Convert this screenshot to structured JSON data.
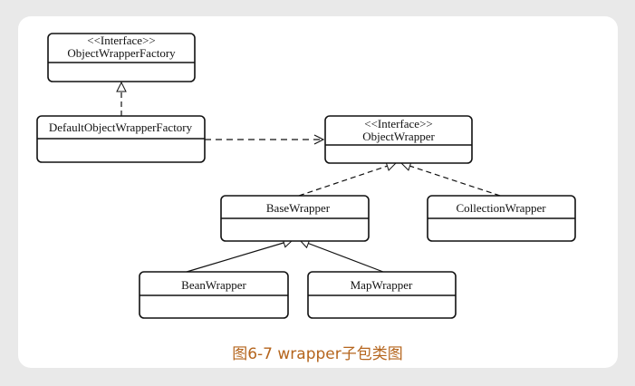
{
  "diagram": {
    "classes": {
      "object_wrapper_factory": {
        "stereotype": "<<Interface>>",
        "name": "ObjectWrapperFactory"
      },
      "default_object_wrapper_factory": {
        "name": "DefaultObjectWrapperFactory"
      },
      "object_wrapper": {
        "stereotype": "<<Interface>>",
        "name": "ObjectWrapper"
      },
      "base_wrapper": {
        "name": "BaseWrapper"
      },
      "collection_wrapper": {
        "name": "CollectionWrapper"
      },
      "bean_wrapper": {
        "name": "BeanWrapper"
      },
      "map_wrapper": {
        "name": "MapWrapper"
      }
    },
    "relations": [
      {
        "from": "DefaultObjectWrapperFactory",
        "to": "ObjectWrapperFactory",
        "type": "realization"
      },
      {
        "from": "DefaultObjectWrapperFactory",
        "to": "ObjectWrapper",
        "type": "dependency"
      },
      {
        "from": "BaseWrapper",
        "to": "ObjectWrapper",
        "type": "realization"
      },
      {
        "from": "CollectionWrapper",
        "to": "ObjectWrapper",
        "type": "realization"
      },
      {
        "from": "BeanWrapper",
        "to": "BaseWrapper",
        "type": "generalization"
      },
      {
        "from": "MapWrapper",
        "to": "BaseWrapper",
        "type": "generalization"
      }
    ]
  },
  "caption": "图6-7 wrapper子包类图",
  "colors": {
    "caption": "#b5651d",
    "line": "#111111",
    "background": "#e9e9e9",
    "card": "#ffffff"
  }
}
